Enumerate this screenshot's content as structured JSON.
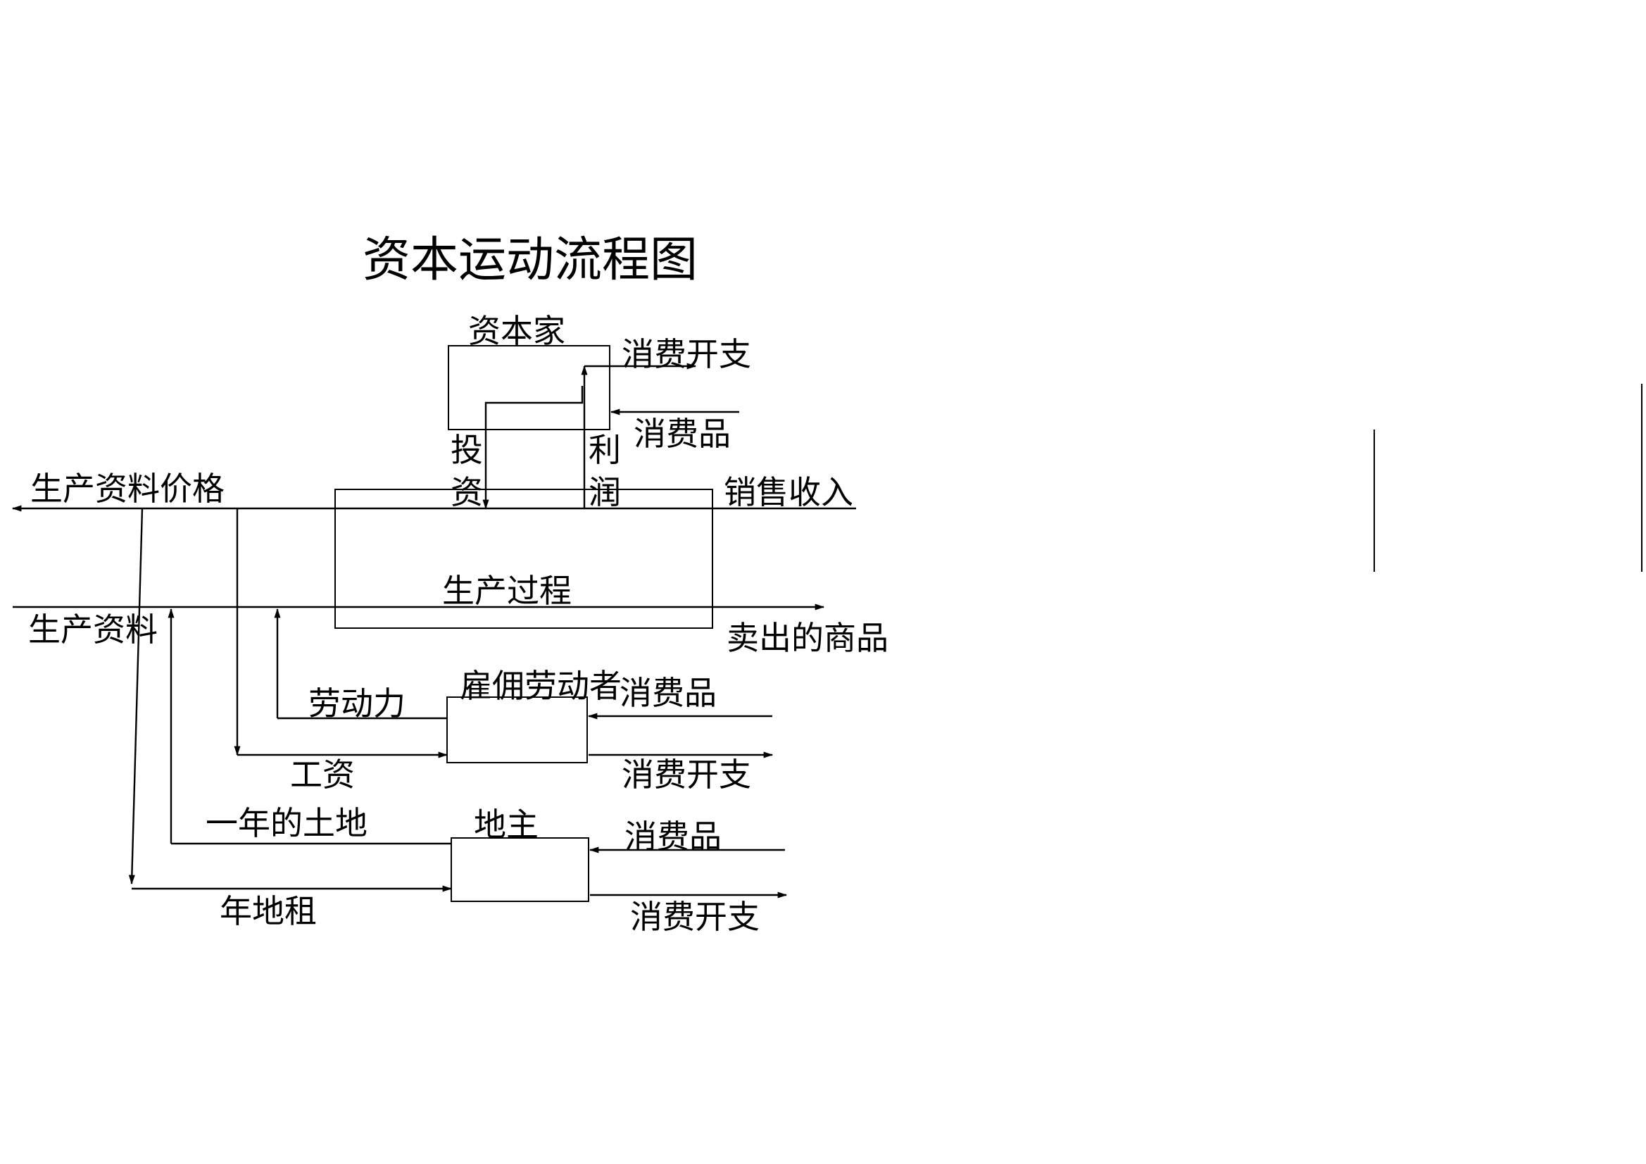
{
  "title": "资本运动流程图",
  "nodes": {
    "capitalist": "资本家",
    "production_process": "生产过程",
    "employed_workers": "雇佣劳动者",
    "landlord": "地主"
  },
  "labels": {
    "consumption_spending_capitalist": "消费开支",
    "consumer_goods_capitalist": "消费品",
    "investment_char1": "投",
    "investment_char2": "资",
    "profit_char1": "利",
    "profit_char2": "润",
    "means_of_production_price": "生产资料价格",
    "sales_revenue": "销售收入",
    "means_of_production": "生产资料",
    "goods_sold": "卖出的商品",
    "labor_power": "劳动力",
    "consumer_goods_workers": "消费品",
    "wages": "工资",
    "consumption_spending_workers": "消费开支",
    "one_year_land": "一年的土地",
    "consumer_goods_landlord": "消费品",
    "annual_rent": "年地租",
    "consumption_spending_landlord": "消费开支"
  }
}
